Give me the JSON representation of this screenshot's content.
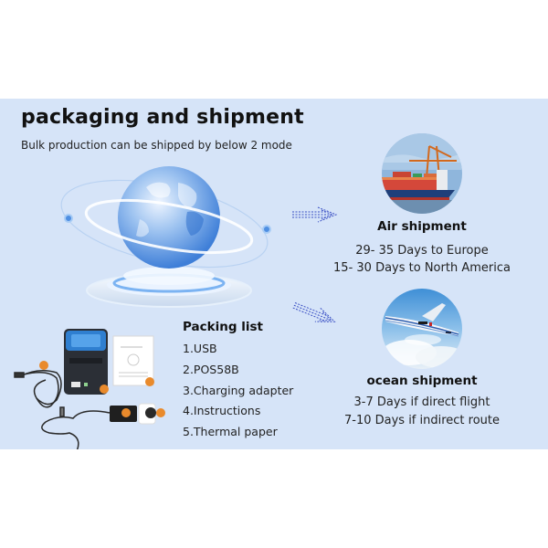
{
  "header": {
    "title": "packaging and shipment",
    "subtitle": "Bulk production can be shipped by below 2 mode"
  },
  "shipping_modes": [
    {
      "title": "Air shipment",
      "image": "cargo-ship-image",
      "lines": [
        "29- 35 Days to Europe",
        "15- 30 Days to North America"
      ]
    },
    {
      "title": "ocean shipment",
      "image": "airplane-image",
      "lines": [
        "3-7 Days if direct flight",
        "7-10 Days if indirect route"
      ]
    }
  ],
  "packing_list": {
    "title": "Packing list",
    "items": [
      "1.USB",
      "2.POS58B",
      "3.Charging adapter",
      "4.Instructions",
      "5.Thermal paper"
    ],
    "markers": [
      "1",
      "2",
      "3",
      "4",
      "5"
    ]
  },
  "colors": {
    "panel_bg": "#d6e4f8",
    "arrow": "#3a4fc4",
    "marker": "#e98a2c"
  }
}
